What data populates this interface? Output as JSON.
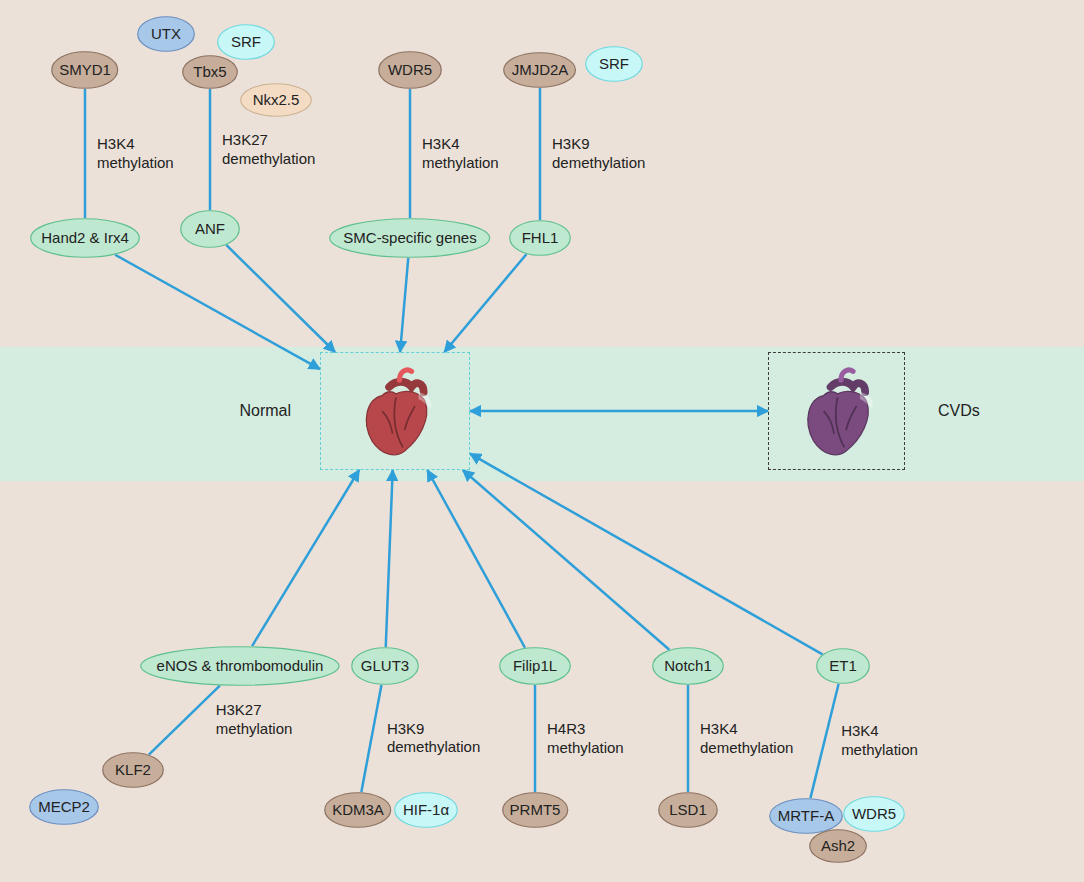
{
  "diagram": {
    "nodes": [
      {
        "text": [
          "SMYD1"
        ]
      },
      {
        "text": [
          "UTX"
        ]
      },
      {
        "text": [
          "SRF"
        ]
      },
      {
        "text": [
          "Tbx5"
        ]
      },
      {
        "text": [
          "Nkx2.5"
        ]
      },
      {
        "text": [
          "WDR5"
        ]
      },
      {
        "text": [
          "JMJD2A"
        ]
      },
      {
        "text": [
          "SRF"
        ]
      },
      {
        "text": [
          "Hand2 & Irx4"
        ]
      },
      {
        "text": [
          "ANF"
        ]
      },
      {
        "text": [
          "SMC-specific genes"
        ]
      },
      {
        "text": [
          "FHL1"
        ]
      },
      {
        "text": [
          "Normal"
        ]
      },
      {
        "text": [
          "CVDs"
        ]
      },
      {
        "text": [
          "eNOS & thrombomodulin"
        ]
      },
      {
        "text": [
          "GLUT3"
        ]
      },
      {
        "text": [
          "Filip1L"
        ]
      },
      {
        "text": [
          "Notch1"
        ]
      },
      {
        "text": [
          "ET1"
        ]
      },
      {
        "text": [
          "KLF2"
        ]
      },
      {
        "text": [
          "MECP2"
        ]
      },
      {
        "text": [
          "KDM3A"
        ]
      },
      {
        "text": [
          "HIF-1α"
        ]
      },
      {
        "text": [
          "PRMT5"
        ]
      },
      {
        "text": [
          "LSD1"
        ]
      },
      {
        "text": [
          "MRTF-A"
        ]
      },
      {
        "text": [
          "WDR5"
        ]
      },
      {
        "text": [
          "Ash2"
        ]
      }
    ],
    "edges": [
      {
        "from": 0,
        "to": 8,
        "arrow": "none",
        "label": "H3K4 methylation"
      },
      {
        "from": 3,
        "to": 9,
        "arrow": "none",
        "label": "H3K27 demethylation"
      },
      {
        "from": 5,
        "to": 10,
        "arrow": "none",
        "label": "H3K4 methylation"
      },
      {
        "from": 6,
        "to": 11,
        "arrow": "none",
        "label": "H3K9 demethylation"
      },
      {
        "from": 8,
        "to": 12,
        "arrow": "to"
      },
      {
        "from": 9,
        "to": 12,
        "arrow": "to"
      },
      {
        "from": 10,
        "to": 12,
        "arrow": "to"
      },
      {
        "from": 11,
        "to": 12,
        "arrow": "to"
      },
      {
        "from": 12,
        "to": 13,
        "arrow": "both"
      },
      {
        "from": 19,
        "to": 14,
        "arrow": "none",
        "label": "H3K27 methylation"
      },
      {
        "from": 21,
        "to": 15,
        "arrow": "none",
        "label": "H3K9 demethylation"
      },
      {
        "from": 23,
        "to": 16,
        "arrow": "none",
        "label": "H4R3 methylation"
      },
      {
        "from": 24,
        "to": 17,
        "arrow": "none",
        "label": "H3K4 demethylation"
      },
      {
        "from": 25,
        "to": 18,
        "arrow": "none",
        "label": "H3K4 methylation"
      },
      {
        "from": 14,
        "to": 12,
        "arrow": "to"
      },
      {
        "from": 15,
        "to": 12,
        "arrow": "to"
      },
      {
        "from": 16,
        "to": 12,
        "arrow": "to"
      },
      {
        "from": 17,
        "to": 12,
        "arrow": "to"
      },
      {
        "from": 18,
        "to": 12,
        "arrow": "to"
      }
    ]
  }
}
